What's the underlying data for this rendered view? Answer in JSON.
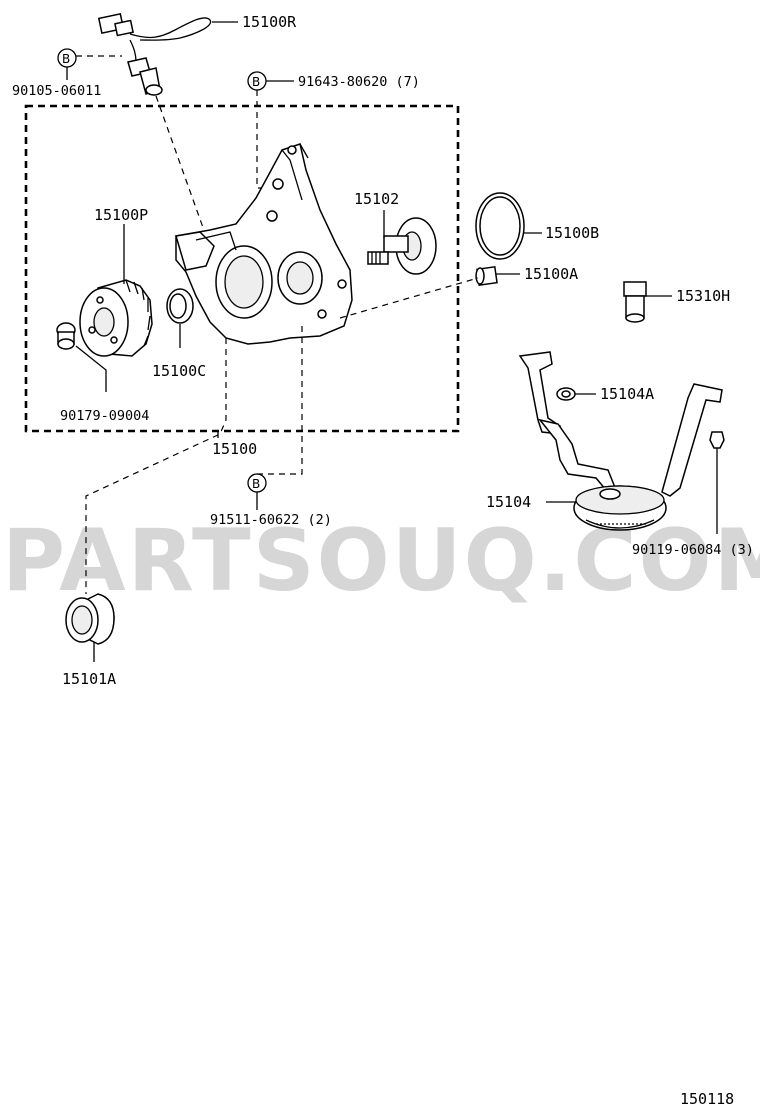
{
  "watermark": "PARTSOUQ.COM",
  "figure_number": "150118",
  "bolt_marker": "B",
  "labels": {
    "p15100R": "15100R",
    "p90105": "90105-06011",
    "p91643": "91643-80620 (7)",
    "p15102": "15102",
    "p15100B": "15100B",
    "p15100P": "15100P",
    "p15100A": "15100A",
    "p15310H": "15310H",
    "p15100C": "15100C",
    "p15104A": "15104A",
    "p90179": "90179-09004",
    "p15100": "15100",
    "p15104": "15104",
    "p91511": "91511-60622 (2)",
    "p90119": "90119-06084 (3)",
    "p15101A": "15101A"
  }
}
